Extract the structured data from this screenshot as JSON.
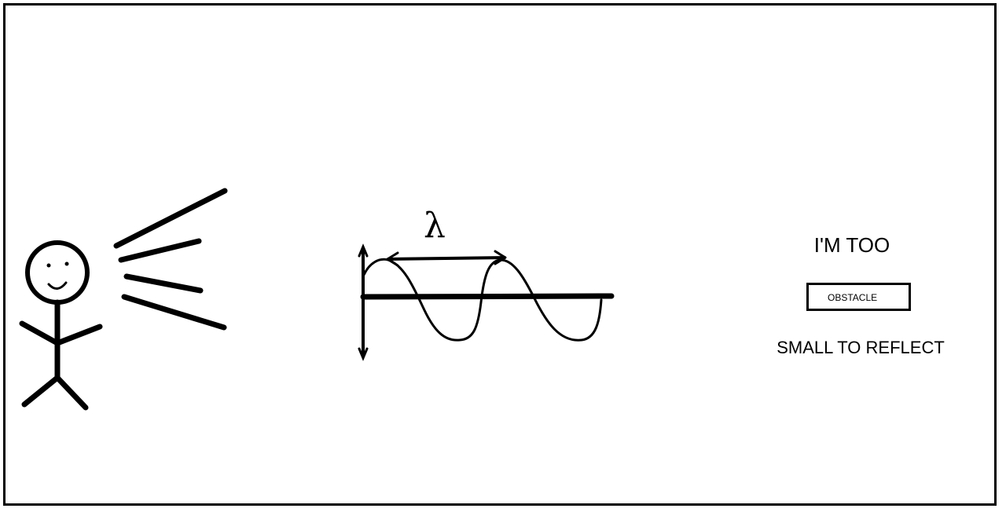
{
  "diagram": {
    "wave_symbol": "λ",
    "obstacle": {
      "line1": "I'M TOO",
      "label": "OBSTACLE",
      "line2": "SMALL TO REFLECT"
    },
    "icons": {
      "person": "stick-figure-icon",
      "sound": "sound-lines-icon",
      "wave": "sine-wave-icon",
      "wavelength": "wavelength-arrow-icon"
    },
    "colors": {
      "ink": "#000000",
      "background": "#ffffff"
    }
  }
}
